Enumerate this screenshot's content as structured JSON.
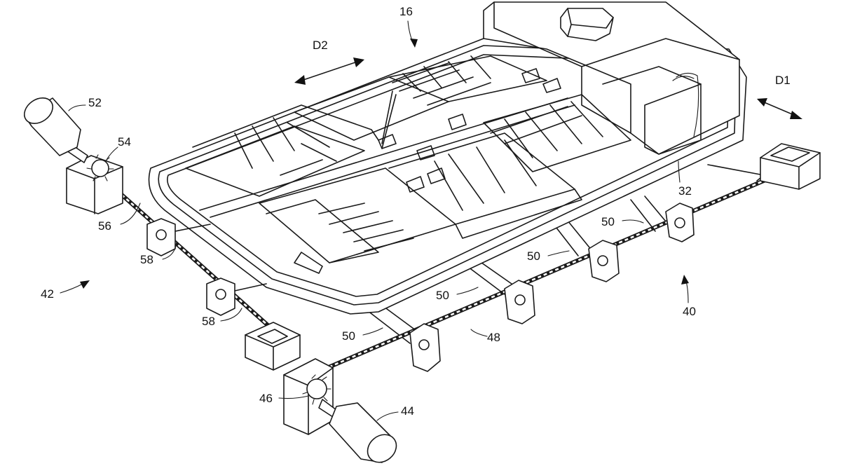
{
  "figure": {
    "labels": {
      "ref_16": "16",
      "ref_d2": "D2",
      "ref_d1": "D1",
      "ref_52": "52",
      "ref_54": "54",
      "ref_56": "56",
      "ref_58_upper": "58",
      "ref_58_lower": "58",
      "ref_42": "42",
      "ref_32": "32",
      "ref_50_a": "50",
      "ref_50_b": "50",
      "ref_50_c": "50",
      "ref_50_d": "50",
      "ref_48": "48",
      "ref_40": "40",
      "ref_46": "46",
      "ref_44": "44"
    },
    "colors": {
      "ink": "#1a1a1a",
      "paper": "#ffffff"
    }
  }
}
